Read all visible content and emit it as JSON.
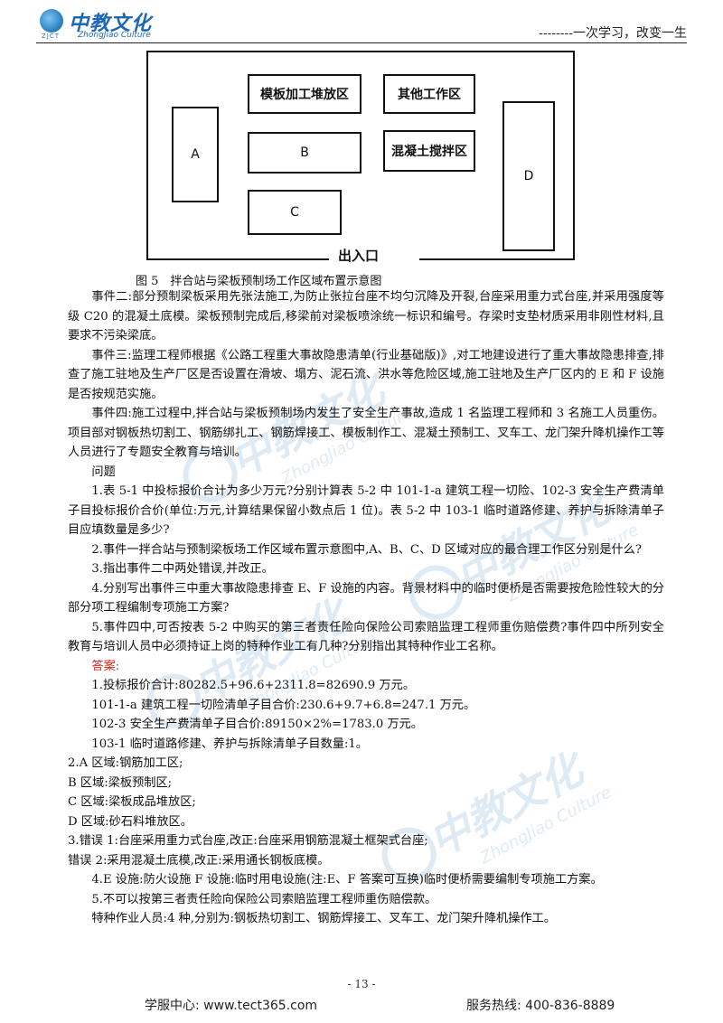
{
  "header": {
    "logo_cn": "中教文化",
    "logo_en": "ZhongJiao Culture",
    "logo_sub": "ZJCT",
    "slogan": "--------一次学习，改变一生"
  },
  "diagram": {
    "zones": {
      "formwork": "模板加工堆放区",
      "other": "其他工作区",
      "concrete": "混凝土搅拌区",
      "A": "A",
      "B": "B",
      "C": "C",
      "D": "D"
    },
    "gate": "出入口",
    "caption": "图 5　拌合站与梁板预制场工作区域布置示意图"
  },
  "body": {
    "event2": "事件二:部分预制梁板采用先张法施工,为防止张拉台座不均匀沉降及开裂,台座采用重力式台座,并采用强度等级 C20 的混凝土底模。梁板预制完成后,移梁前对梁板喷涂统一标识和编号。存梁时支垫材质采用非刚性材料,且要求不污染梁底。",
    "event3": "事件三:监理工程师根据《公路工程重大事故隐患清单(行业基础版)》,对工地建设进行了重大事故隐患排查,排查了施工驻地及生产厂区是否设置在滑坡、塌方、泥石流、洪水等危险区域,施工驻地及生产厂区内的 E 和 F 设施是否按规范实施。",
    "event4": "事件四:施工过程中,拌合站与梁板预制场内发生了安全生产事故,造成 1 名监理工程师和 3 名施工人员重伤。项目部对钢板热切割工、钢筋绑扎工、钢筋焊接工、模板制作工、混凝土预制工、叉车工、龙门架升降机操作工等人员进行了专题安全教育与培训。",
    "questions_title": "问题",
    "q1": "1.表 5-1 中投标报价合计为多少万元?分别计算表 5-2 中 101-1-a 建筑工程一切险、102-3 安全生产费清单子目投标报价合价(单位:万元,计算结果保留小数点后 1 位)。表 5-2 中 103-1 临时道路修建、养护与拆除清单子目应填数量是多少?",
    "q2": "2.事件一拌合站与预制梁板场工作区域布置示意图中,A、B、C、D 区域对应的最合理工作区分别是什么?",
    "q3": "3.指出事件二中两处错误,并改正。",
    "q4": "4.分别写出事件三中重大事故隐患排查 E、F 设施的内容。背景材料中的临时便桥是否需要按危险性较大的分部分项工程编制专项施工方案?",
    "q5": "5.事件四中,可否按表 5-2 中购买的第三者责任险向保险公司索赔监理工程师重伤赔偿费?事件四中所列安全教育与培训人员中必须持证上岗的特种作业工有几种?分别指出其特种作业工名称。",
    "answer_label": "答案:",
    "a1_1": "1.投标报价合计:80282.5+96.6+2311.8=82690.9 万元。",
    "a1_2": "101-1-a 建筑工程一切险清单子目合价:230.6+9.7+6.8=247.1 万元。",
    "a1_3": "102-3 安全生产费清单子目合价:89150×2%=1783.0 万元。",
    "a1_4": "103-1 临时道路修建、养护与拆除清单子目数量:1。",
    "a2_1": "2.A 区域:钢筋加工区;",
    "a2_2": "B 区域:梁板预制区;",
    "a2_3": "C 区域:梁板成品堆放区;",
    "a2_4": "D 区域:砂石料堆放区。",
    "a3_1": "3.错误 1:台座采用重力式台座,改正:台座采用钢筋混凝土框架式台座;",
    "a3_2": "错误 2:采用混凝土底模,改正:采用通长钢板底模。",
    "a4": "4.E 设施:防火设施 F 设施:临时用电设施(注:E、F 答案可互换)临时便桥需要编制专项施工方案。",
    "a5_1": "5.不可以按第三者责任险向保险公司索赔监理工程师重伤赔偿款。",
    "a5_2": "特种作业人员:4 种,分别为:钢板热切割工、钢筋焊接工、叉车工、龙门架升降机操作工。"
  },
  "footer": {
    "page": "- 13 -",
    "left": "学服中心: www.tect365.com",
    "right": "服务热线: 400-836-8889"
  }
}
